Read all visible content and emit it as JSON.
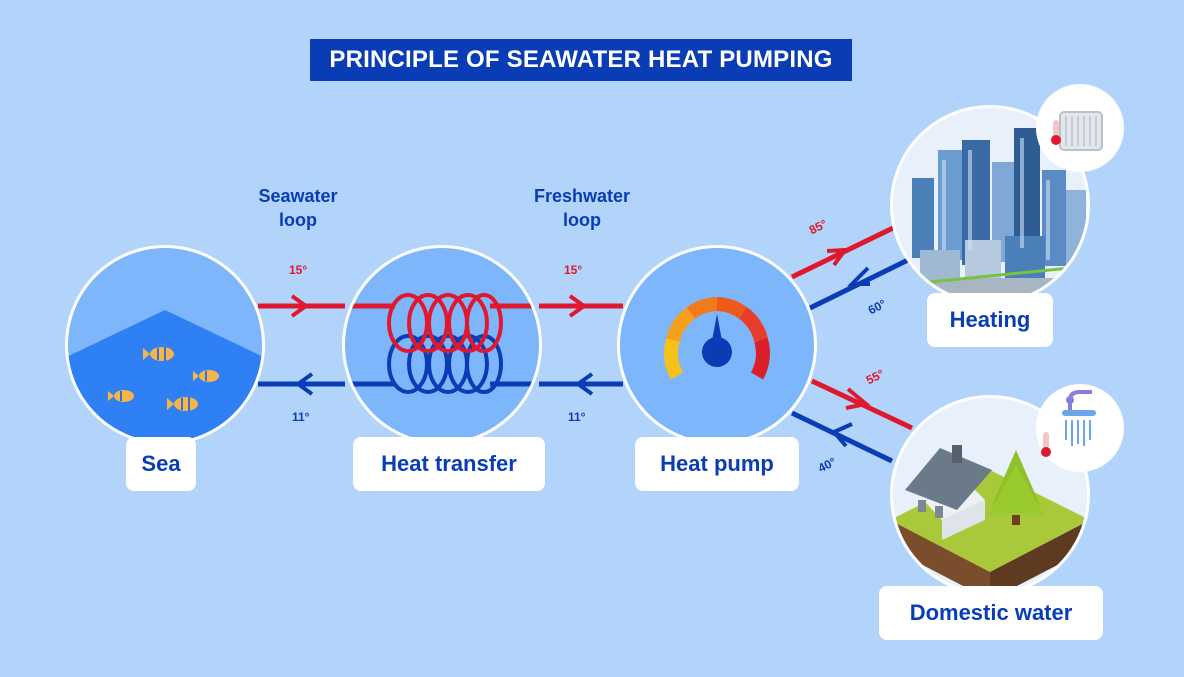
{
  "title": "PRINCIPLE OF SEAWATER HEAT PUMPING",
  "loops": {
    "seawater": [
      "Seawater",
      "loop"
    ],
    "freshwater": [
      "Freshwater",
      "loop"
    ]
  },
  "temperatures": {
    "sea_supply": "15°",
    "sea_return": "11°",
    "fresh_supply": "15°",
    "fresh_return": "11°",
    "heating_supply": "85°",
    "heating_return": "60°",
    "domestic_supply": "55°",
    "domestic_return": "40°"
  },
  "nodes": {
    "sea": "Sea",
    "heat_transfer": "Heat transfer",
    "heat_pump": "Heat pump",
    "heating": "Heating",
    "domestic_water": "Domestic water"
  },
  "colors": {
    "background": "#b3d4fa",
    "hot": "#e0182f",
    "cold": "#0a3db5",
    "title_bg": "#0a3db5"
  }
}
